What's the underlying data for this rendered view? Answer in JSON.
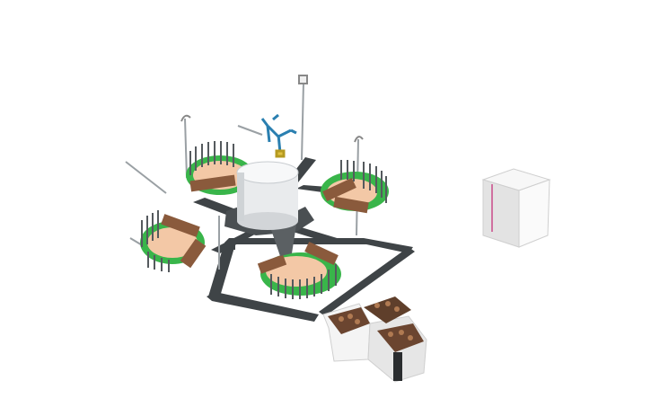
{
  "scene": {
    "background": "#ffffff",
    "colors": {
      "path": "#3f4447",
      "grass": "#39b54a",
      "sand": "#f3c8a6",
      "wood": "#8a5a3c",
      "fence": "#555a5e",
      "tower": "#e9ebed",
      "tree": "#2a7fb0",
      "box": "#f3f3f3"
    },
    "objects": [
      "square-path-loop",
      "central-cylinder-tower",
      "blue-tree",
      "lamp-posts",
      "fenced-garden-north-west",
      "fenced-garden-north-east",
      "fenced-garden-south-west",
      "fenced-garden-south-east",
      "hexagonal-planter-cluster",
      "white-box-building"
    ]
  }
}
